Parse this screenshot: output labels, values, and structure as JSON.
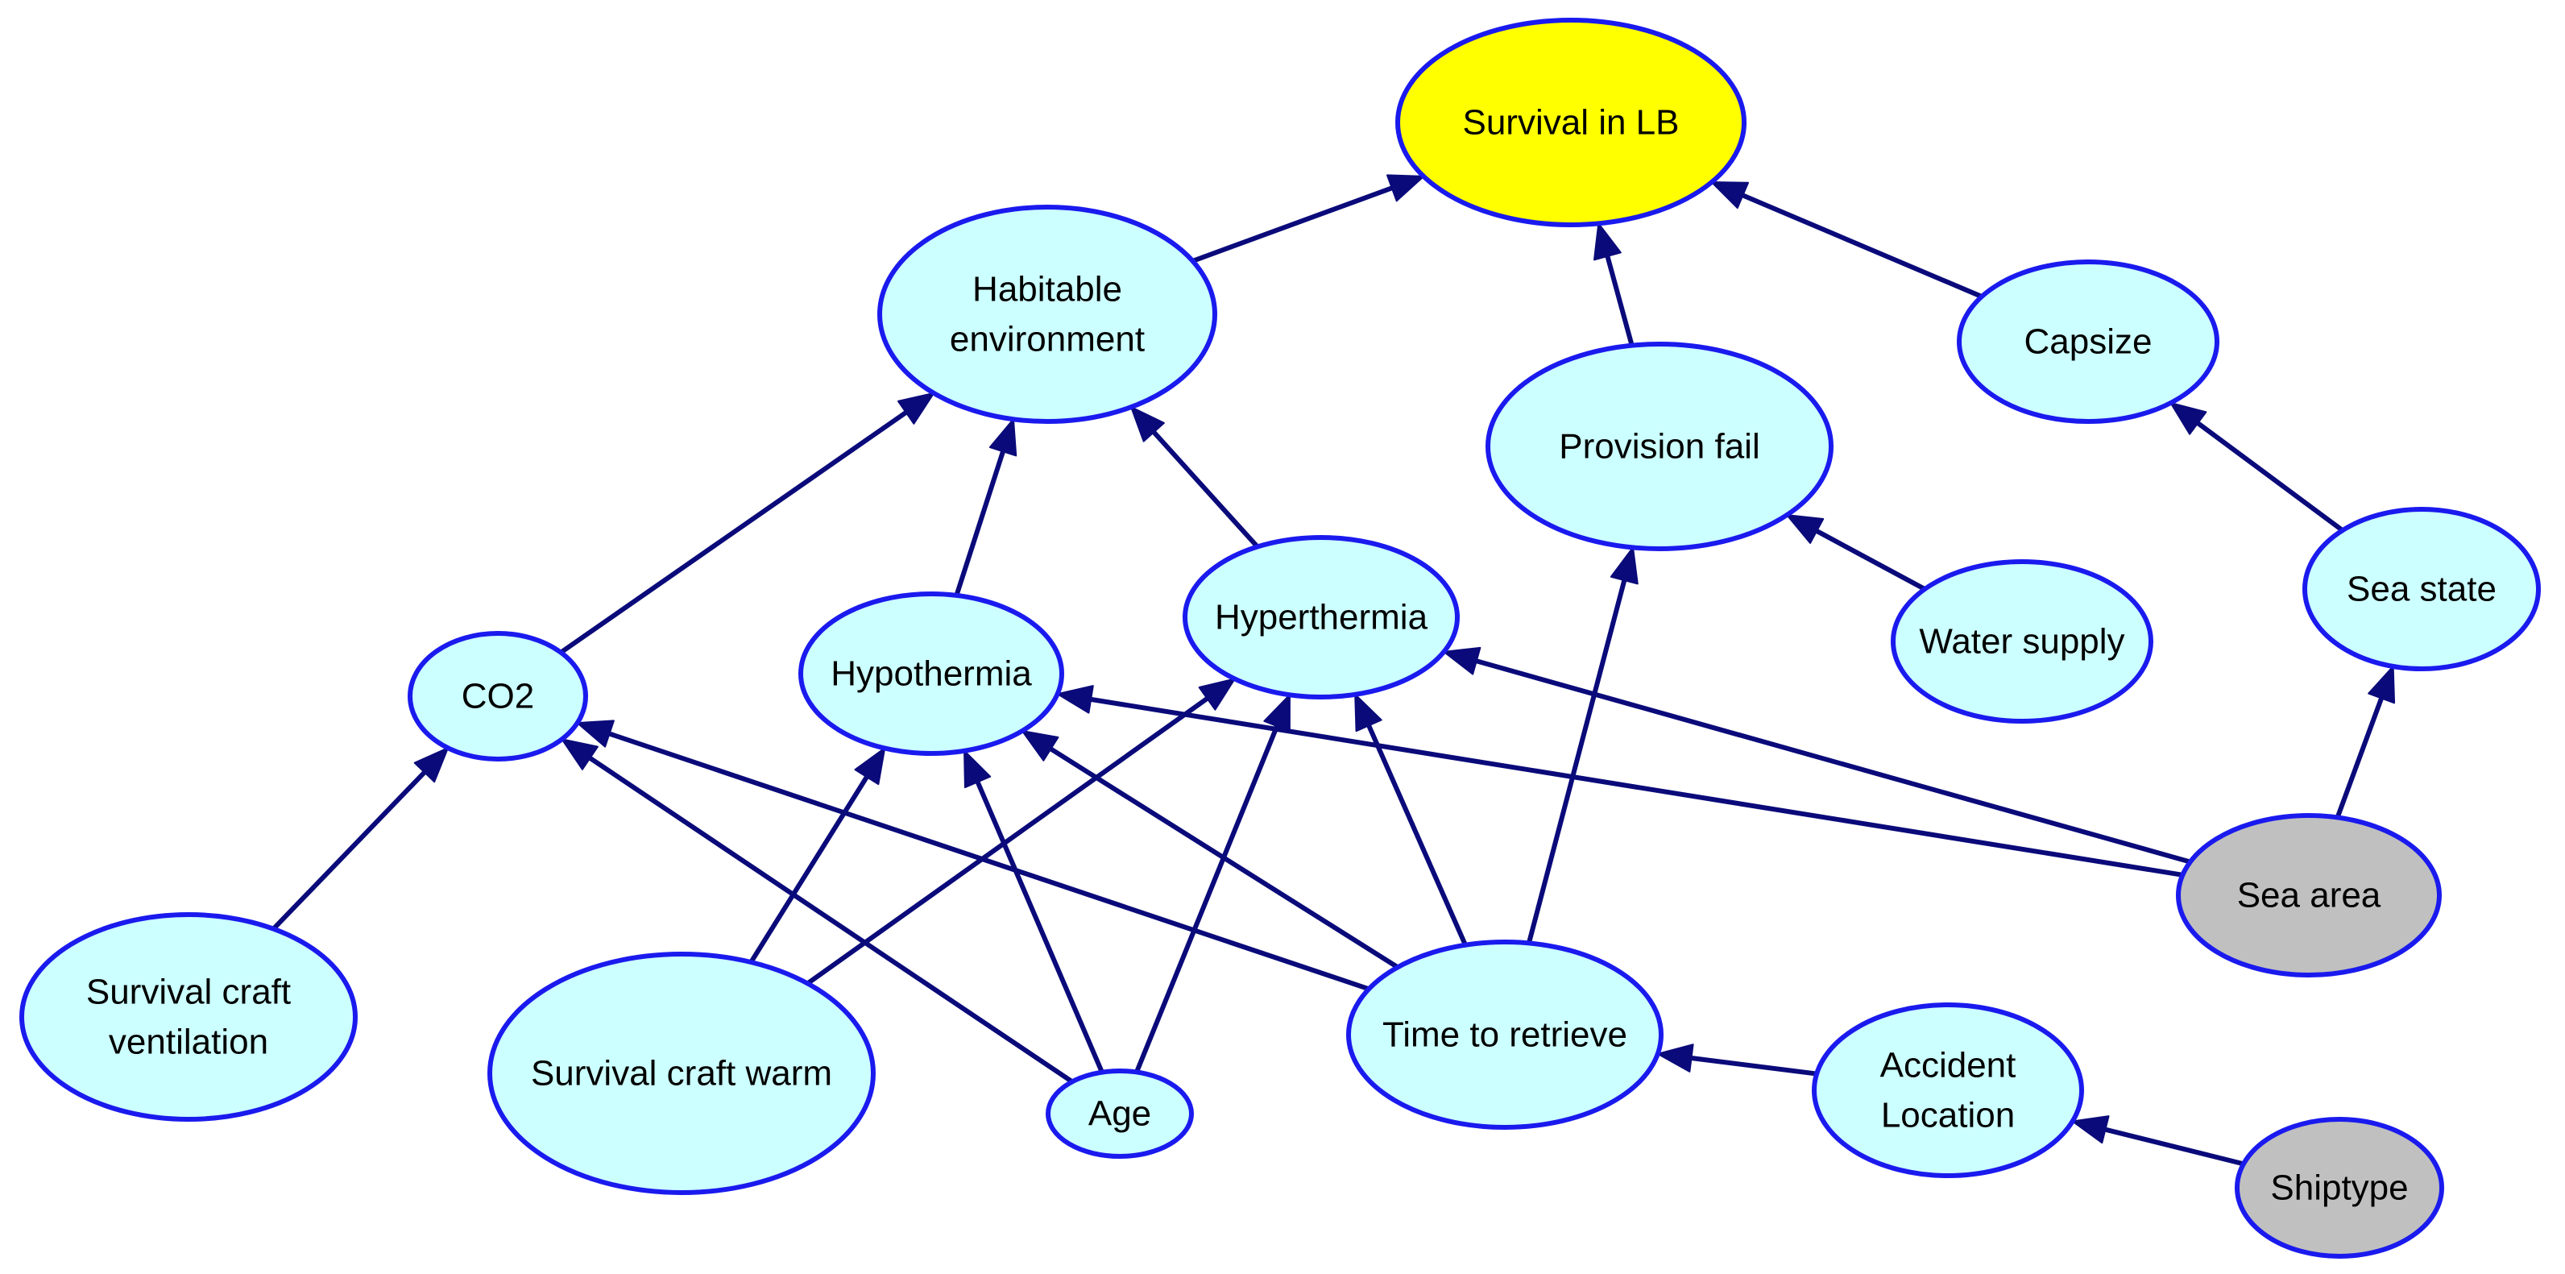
{
  "colors": {
    "node_default": "#ccffff",
    "node_target": "#ffff00",
    "node_evidence": "#c0c0c0",
    "node_border": "#1a1aee",
    "edge": "#0a0a7a"
  },
  "nodes": [
    {
      "id": "survival",
      "lines": [
        "Survival in LB"
      ],
      "kind": "target"
    },
    {
      "id": "habitable",
      "lines": [
        "Habitable",
        "environment"
      ],
      "kind": "default"
    },
    {
      "id": "capsize",
      "lines": [
        "Capsize"
      ],
      "kind": "default"
    },
    {
      "id": "provision",
      "lines": [
        "Provision fail"
      ],
      "kind": "default"
    },
    {
      "id": "seastate",
      "lines": [
        "Sea state"
      ],
      "kind": "default"
    },
    {
      "id": "hyperthermia",
      "lines": [
        "Hyperthermia"
      ],
      "kind": "default"
    },
    {
      "id": "water",
      "lines": [
        "Water supply"
      ],
      "kind": "default"
    },
    {
      "id": "co2",
      "lines": [
        "CO2"
      ],
      "kind": "default"
    },
    {
      "id": "hypothermia",
      "lines": [
        "Hypothermia"
      ],
      "kind": "default"
    },
    {
      "id": "seaarea",
      "lines": [
        "Sea area"
      ],
      "kind": "evidence"
    },
    {
      "id": "ventilation",
      "lines": [
        "Survival craft",
        "ventilation"
      ],
      "kind": "default"
    },
    {
      "id": "warm",
      "lines": [
        "Survival craft warm"
      ],
      "kind": "default"
    },
    {
      "id": "retrieve",
      "lines": [
        "Time to retrieve"
      ],
      "kind": "default"
    },
    {
      "id": "accident",
      "lines": [
        "Accident",
        "Location"
      ],
      "kind": "default"
    },
    {
      "id": "age",
      "lines": [
        "Age"
      ],
      "kind": "default"
    },
    {
      "id": "shiptype",
      "lines": [
        "Shiptype"
      ],
      "kind": "evidence"
    }
  ],
  "edges": [
    {
      "from": "habitable",
      "to": "survival"
    },
    {
      "from": "provision",
      "to": "survival"
    },
    {
      "from": "capsize",
      "to": "survival"
    },
    {
      "from": "seastate",
      "to": "capsize"
    },
    {
      "from": "seaarea",
      "to": "seastate"
    },
    {
      "from": "water",
      "to": "provision"
    },
    {
      "from": "retrieve",
      "to": "provision"
    },
    {
      "from": "co2",
      "to": "habitable"
    },
    {
      "from": "hypothermia",
      "to": "habitable"
    },
    {
      "from": "hyperthermia",
      "to": "habitable"
    },
    {
      "from": "seaarea",
      "to": "hyperthermia"
    },
    {
      "from": "seaarea",
      "to": "hypothermia"
    },
    {
      "from": "warm",
      "to": "hypothermia"
    },
    {
      "from": "warm",
      "to": "hyperthermia"
    },
    {
      "from": "age",
      "to": "hypothermia"
    },
    {
      "from": "age",
      "to": "hyperthermia"
    },
    {
      "from": "age",
      "to": "co2"
    },
    {
      "from": "retrieve",
      "to": "co2"
    },
    {
      "from": "retrieve",
      "to": "hypothermia"
    },
    {
      "from": "retrieve",
      "to": "hyperthermia"
    },
    {
      "from": "ventilation",
      "to": "co2"
    },
    {
      "from": "accident",
      "to": "retrieve"
    },
    {
      "from": "shiptype",
      "to": "accident"
    }
  ]
}
